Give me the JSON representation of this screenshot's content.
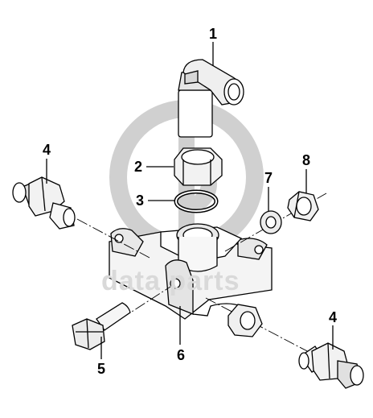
{
  "watermark": {
    "text": "data parts"
  },
  "callouts": [
    {
      "id": "p1",
      "label": "1"
    },
    {
      "id": "p2",
      "label": "2"
    },
    {
      "id": "p3",
      "label": "3"
    },
    {
      "id": "p4a",
      "label": "4"
    },
    {
      "id": "p4b",
      "label": "4"
    },
    {
      "id": "p5",
      "label": "5"
    },
    {
      "id": "p6",
      "label": "6"
    },
    {
      "id": "p7",
      "label": "7"
    },
    {
      "id": "p8",
      "label": "8"
    }
  ],
  "parts": [
    {
      "label": "1",
      "icon": "elbow-fitting-icon"
    },
    {
      "label": "2",
      "icon": "hex-nut-icon"
    },
    {
      "label": "3",
      "icon": "o-ring-icon"
    },
    {
      "label": "4",
      "icon": "straight-fitting-icon"
    },
    {
      "label": "5",
      "icon": "bolt-icon"
    },
    {
      "label": "6",
      "icon": "bracket-housing-icon"
    },
    {
      "label": "7",
      "icon": "washer-icon"
    },
    {
      "label": "8",
      "icon": "lock-nut-icon"
    }
  ]
}
